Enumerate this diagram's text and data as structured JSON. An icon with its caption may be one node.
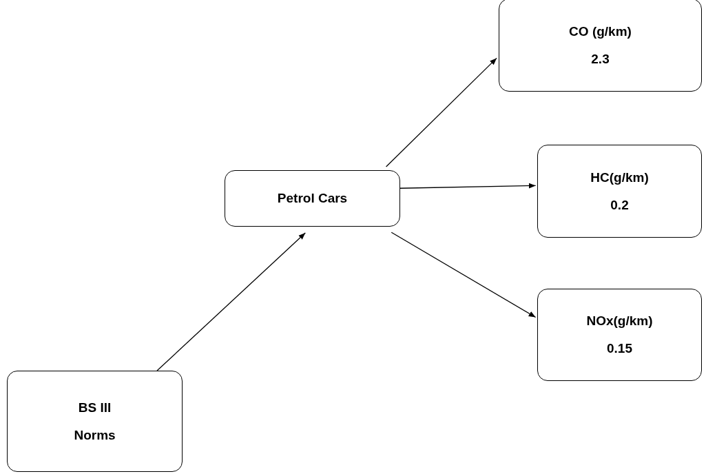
{
  "diagram": {
    "nodes": [
      {
        "text": [
          "BS III",
          "Norms"
        ]
      },
      {
        "text": [
          "Petrol Cars"
        ]
      },
      {
        "text": [
          "CO (g/km)",
          "2.3"
        ]
      },
      {
        "text": [
          "HC(g/km)",
          "0.2"
        ]
      },
      {
        "text": [
          "NOx(g/km)",
          "0.15"
        ]
      }
    ],
    "edges": [
      {
        "from": 0,
        "to": 1,
        "arrow": "to"
      },
      {
        "from": 1,
        "to": 2,
        "arrow": "to"
      },
      {
        "from": 1,
        "to": 3,
        "arrow": "to"
      },
      {
        "from": 1,
        "to": 4,
        "arrow": "to"
      }
    ]
  }
}
